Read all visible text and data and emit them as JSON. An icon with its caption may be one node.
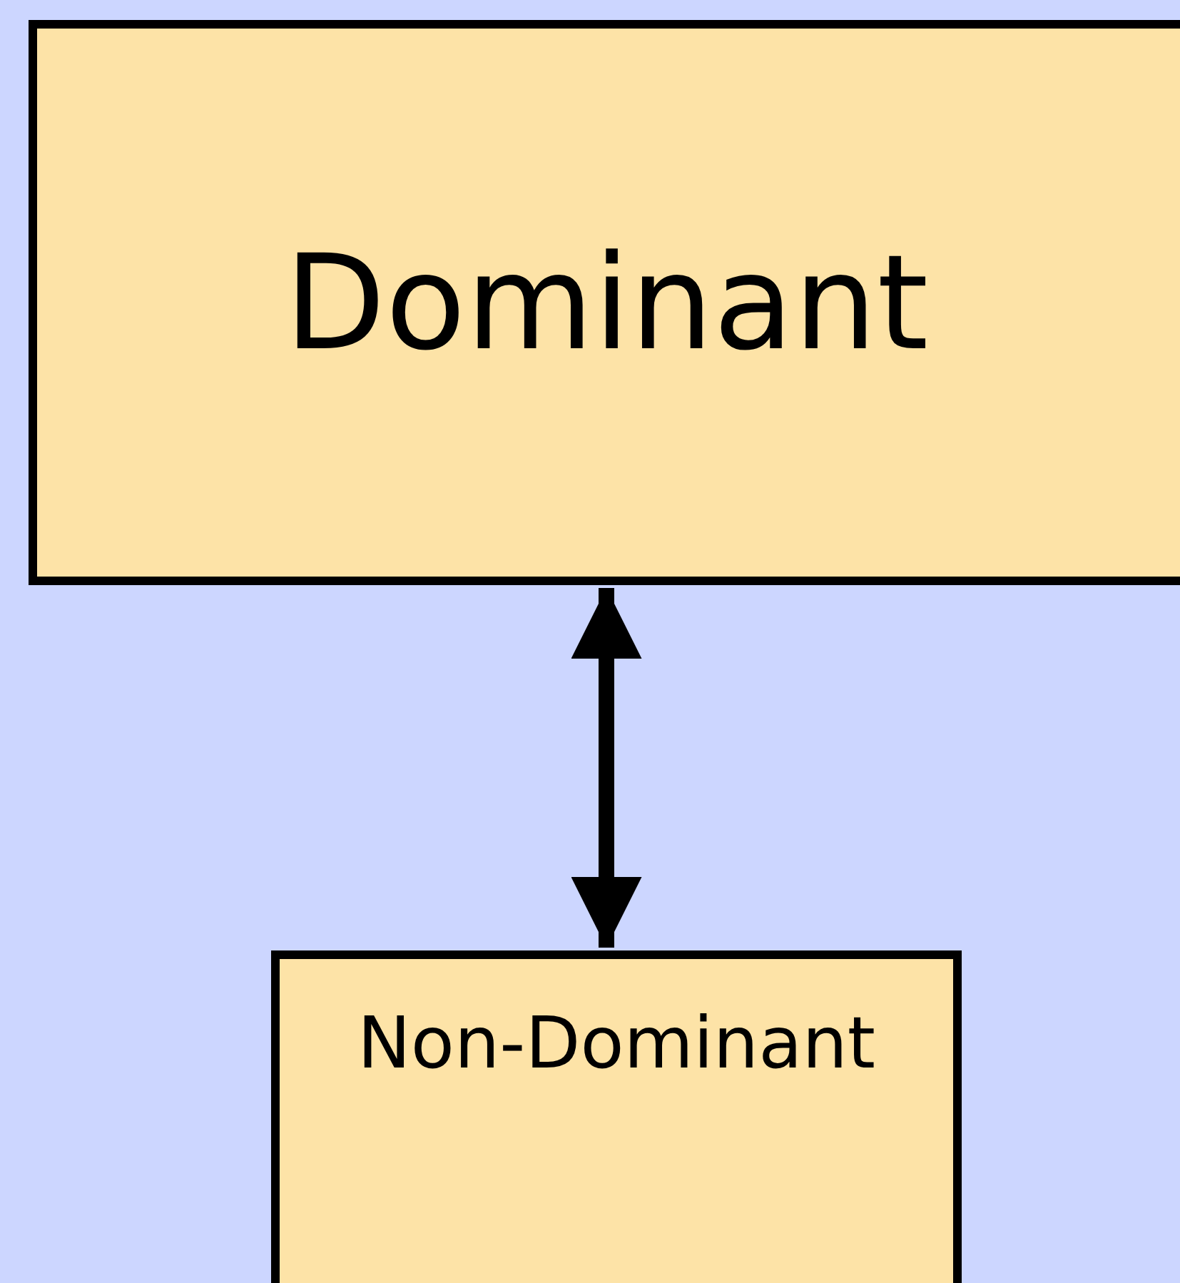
{
  "diagram": {
    "nodes": [
      {
        "text": [
          "Dominant"
        ]
      },
      {
        "text": [
          "Non-Dominant"
        ]
      }
    ],
    "edges": [
      {
        "from": 0,
        "to": 1,
        "arrow": "both"
      }
    ]
  }
}
